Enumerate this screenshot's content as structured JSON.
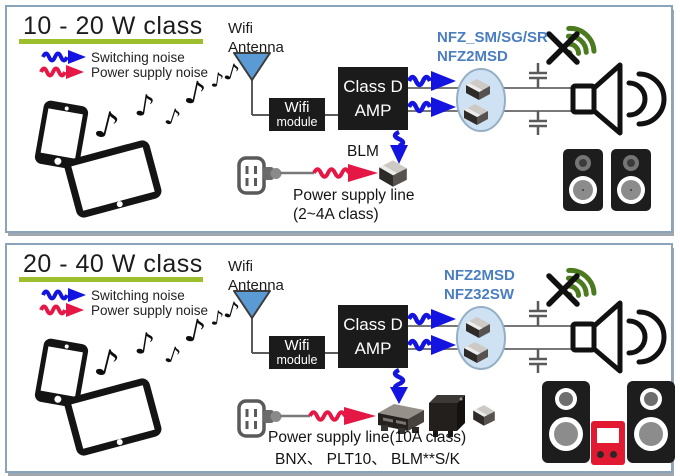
{
  "glyphs": {
    "music_note": "♪"
  },
  "colors": {
    "switching_noise_blue": "#1414e0",
    "power_noise_red": "#e51845",
    "part_label_blue": "#4a7ec0",
    "title_underline_green": "#9dbf2e",
    "panel_border": "#8aa4bc",
    "antenna_blue": "#5b9bd5",
    "wifi_mute_green": "#4b7a1f",
    "filter_ellipse_fill": "#cfe2f3",
    "stereo_red": "#e11931"
  },
  "panels": [
    {
      "title": "10 - 20 W class",
      "legend": {
        "switching_label": "Switching noise",
        "power_label": "Power supply noise"
      },
      "antenna_label_line1": "Wifi",
      "antenna_label_line2": "Antenna",
      "wifi_module_line1": "Wifi",
      "wifi_module_line2": "module",
      "amp_line1": "Class D",
      "amp_line2": "AMP",
      "filter_part_line1": "NFZ_SM/SG/SR",
      "filter_part_line2": "NFZ2MSD",
      "bead_label": "BLM",
      "power_text_line1": "Power supply line",
      "power_text_line2": "(2~4A class)"
    },
    {
      "title": "20 - 40 W class",
      "legend": {
        "switching_label": "Switching noise",
        "power_label": "Power supply noise"
      },
      "antenna_label_line1": "Wifi",
      "antenna_label_line2": "Antenna",
      "wifi_module_line1": "Wifi",
      "wifi_module_line2": "module",
      "amp_line1": "Class D",
      "amp_line2": "AMP",
      "filter_part_line1": "NFZ2MSD",
      "filter_part_line2": "NFZ32SW",
      "power_text_line1": "Power supply line(10A class)",
      "power_text_line2": "BNX、 PLT10、 BLM**S/K"
    }
  ]
}
